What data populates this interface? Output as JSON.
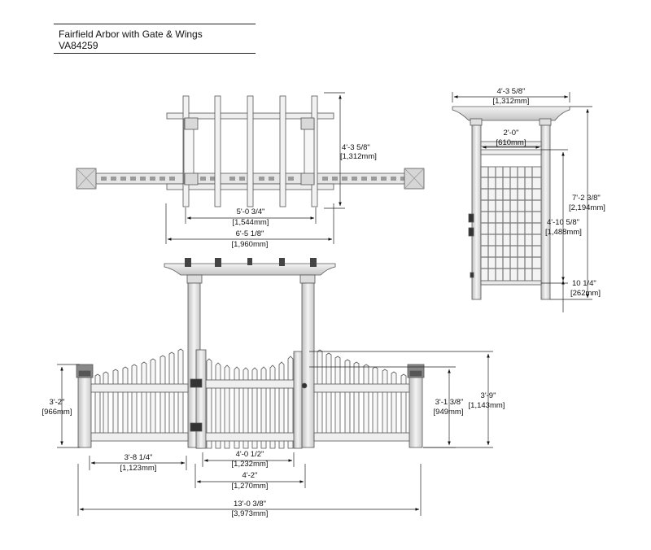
{
  "title_block": {
    "product_name": "Fairfield Arbor with Gate & Wings",
    "model_number": "VA84259"
  },
  "dimensions": {
    "top_depth": {
      "imperial": "4'-3 5/8\"",
      "metric": "[1,312mm]"
    },
    "top_inner_width": {
      "imperial": "5'-0 3/4\"",
      "metric": "[1,544mm]"
    },
    "top_outer_width": {
      "imperial": "6'-5 1/8\"",
      "metric": "[1,960mm]"
    },
    "side_depth": {
      "imperial": "4'-3 5/8\"",
      "metric": "[1,312mm]"
    },
    "side_opening": {
      "imperial": "2'-0\"",
      "metric": "[610mm]"
    },
    "side_height": {
      "imperial": "7'-2 3/8\"",
      "metric": "[2,194mm]"
    },
    "side_lattice_height": {
      "imperial": "4'-10 5/8\"",
      "metric": "[1,488mm]"
    },
    "side_base": {
      "imperial": "10 1/4\"",
      "metric": "[262mm]"
    },
    "wing_height": {
      "imperial": "3'-2\"",
      "metric": "[966mm]"
    },
    "gate_height": {
      "imperial": "3'-1 3/8\"",
      "metric": "[949mm]"
    },
    "gate_total_height": {
      "imperial": "3'-9\"",
      "metric": "[1,143mm]"
    },
    "wing_width": {
      "imperial": "3'-8 1/4\"",
      "metric": "[1,123mm]"
    },
    "gate_opening": {
      "imperial": "4'-0 1/2\"",
      "metric": "[1,232mm]"
    },
    "gate_post_width": {
      "imperial": "4'-2\"",
      "metric": "[1,270mm]"
    },
    "overall_width": {
      "imperial": "13'-0 3/8\"",
      "metric": "[3,973mm]"
    }
  }
}
